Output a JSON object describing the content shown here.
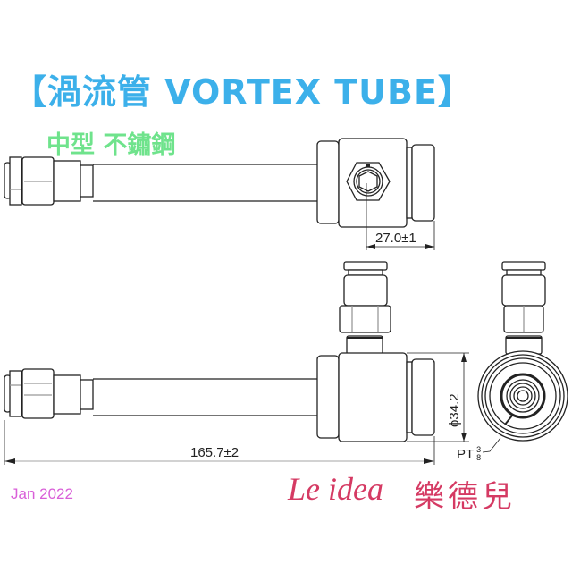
{
  "title": "【渦流管 VORTEX TUBE】",
  "subtitle": "中型 不鏽鋼",
  "drawing": {
    "views": [
      {
        "name": "top-view",
        "description": "side view with hex port"
      },
      {
        "name": "front-view",
        "description": "side view with push-in fitting"
      },
      {
        "name": "end-view",
        "description": "circular end view with fitting"
      }
    ],
    "dimensions": {
      "port_offset": "27.0±1",
      "diameter": "ϕ34.2",
      "overall_length": "165.7±2",
      "thread_prefix": "PT",
      "thread_num": "3",
      "thread_den": "8"
    }
  },
  "footer": {
    "date": "Jan 2022",
    "brand_latin": "Le idea",
    "brand_cjk": "樂德兒"
  },
  "colors": {
    "title": "#3cb0ea",
    "subtitle": "#6fe38c",
    "date": "#d95fd8",
    "brand": "#d53a63",
    "line": "#222222"
  }
}
